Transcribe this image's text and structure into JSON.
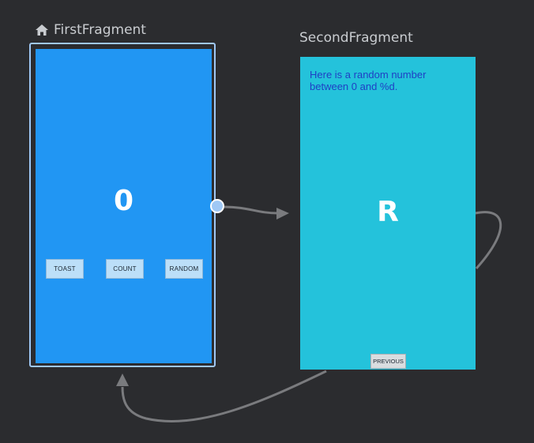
{
  "editor": {
    "colors": {
      "background": "#2b2c2f",
      "selection": "#9fc8f5",
      "connector": "#7a7b7e"
    }
  },
  "first_fragment": {
    "title": "FirstFragment",
    "is_start_destination": true,
    "start_icon": "home-icon",
    "background": "#2196f3",
    "count_value": "0",
    "buttons": {
      "toast": "TOAST",
      "count": "COUNT",
      "random": "RANDOM"
    }
  },
  "second_fragment": {
    "title": "SecondFragment",
    "background": "#24c2db",
    "heading": "Here is a random number between 0 and %d.",
    "random_value": "R",
    "previous_button": "PREVIOUS"
  }
}
